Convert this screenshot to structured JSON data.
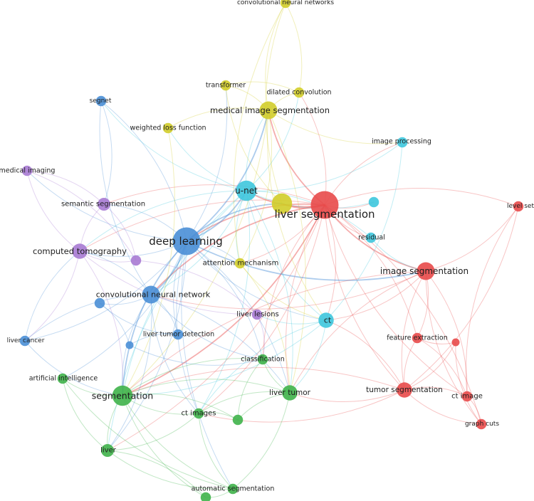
{
  "colors": {
    "red": "#e84a4a",
    "blue": "#4a8fd6",
    "yellow": "#d2cd2a",
    "cyan": "#3ec6dd",
    "green": "#3fb34a",
    "purple": "#a77ad3"
  },
  "nodes": [
    {
      "id": "liver-segmentation",
      "label": "liver segmentation",
      "cluster": "red",
      "weight": 10
    },
    {
      "id": "image-segmentation",
      "label": "image segmentation",
      "cluster": "red",
      "weight": 6
    },
    {
      "id": "level-set",
      "label": "level set",
      "cluster": "red",
      "weight": 3
    },
    {
      "id": "feature-extraction",
      "label": "feature extraction",
      "cluster": "red",
      "weight": 3
    },
    {
      "id": "tumor-segmentation",
      "label": "tumor segmentation",
      "cluster": "red",
      "weight": 5
    },
    {
      "id": "ct-image",
      "label": "ct image",
      "cluster": "red",
      "weight": 3
    },
    {
      "id": "graph-cuts",
      "label": "graph cuts",
      "cluster": "red",
      "weight": 3
    },
    {
      "id": "red-unlabeled",
      "label": "",
      "cluster": "red",
      "weight": 2
    },
    {
      "id": "deep-learning",
      "label": "deep learning",
      "cluster": "blue",
      "weight": 10
    },
    {
      "id": "convolutional-neural-network",
      "label": "convolutional neural network",
      "cluster": "blue",
      "weight": 6
    },
    {
      "id": "segnet",
      "label": "segnet",
      "cluster": "blue",
      "weight": 3
    },
    {
      "id": "liver-cancer",
      "label": "liver cancer",
      "cluster": "blue",
      "weight": 3
    },
    {
      "id": "liver-tumor-detection",
      "label": "liver tumor detection",
      "cluster": "blue",
      "weight": 3
    },
    {
      "id": "blue-unlabeled-1",
      "label": "",
      "cluster": "blue",
      "weight": 3
    },
    {
      "id": "blue-unlabeled-2",
      "label": "",
      "cluster": "blue",
      "weight": 2
    },
    {
      "id": "medical-image-segmentation",
      "label": "medical image segmentation",
      "cluster": "yellow",
      "weight": 6
    },
    {
      "id": "convolutional-neural-networks",
      "label": "convolutional neural networks",
      "cluster": "yellow",
      "weight": 3
    },
    {
      "id": "transformer",
      "label": "transformer",
      "cluster": "yellow",
      "weight": 3
    },
    {
      "id": "dilated-convolution",
      "label": "dilated convolution",
      "cluster": "yellow",
      "weight": 3
    },
    {
      "id": "weighted-loss-function",
      "label": "weighted loss function",
      "cluster": "yellow",
      "weight": 3
    },
    {
      "id": "attention-mechanism",
      "label": "attention mechanism",
      "cluster": "yellow",
      "weight": 3
    },
    {
      "id": "yellow-unlabeled",
      "label": "",
      "cluster": "yellow",
      "weight": 7
    },
    {
      "id": "u-net",
      "label": "u-net",
      "cluster": "cyan",
      "weight": 7
    },
    {
      "id": "image-processing",
      "label": "image processing",
      "cluster": "cyan",
      "weight": 3
    },
    {
      "id": "residual",
      "label": "residual",
      "cluster": "cyan",
      "weight": 3
    },
    {
      "id": "ct",
      "label": "ct",
      "cluster": "cyan",
      "weight": 5
    },
    {
      "id": "cyan-unlabeled",
      "label": "",
      "cluster": "cyan",
      "weight": 3
    },
    {
      "id": "medical-imaging",
      "label": "medical imaging",
      "cluster": "purple",
      "weight": 3
    },
    {
      "id": "semantic-segmentation",
      "label": "semantic segmentation",
      "cluster": "purple",
      "weight": 4
    },
    {
      "id": "computed-tomography",
      "label": "computed tomography",
      "cluster": "purple",
      "weight": 5
    },
    {
      "id": "liver-lesions",
      "label": "liver lesions",
      "cluster": "purple",
      "weight": 3
    },
    {
      "id": "purple-unlabeled",
      "label": "",
      "cluster": "purple",
      "weight": 3
    },
    {
      "id": "segmentation",
      "label": "segmentation",
      "cluster": "green",
      "weight": 7
    },
    {
      "id": "artificial-intelligence",
      "label": "artificial intelligence",
      "cluster": "green",
      "weight": 3
    },
    {
      "id": "liver",
      "label": "liver",
      "cluster": "green",
      "weight": 4
    },
    {
      "id": "ct-images",
      "label": "ct images",
      "cluster": "green",
      "weight": 3
    },
    {
      "id": "liver-tumor",
      "label": "liver tumor",
      "cluster": "green",
      "weight": 5
    },
    {
      "id": "classification",
      "label": "classification",
      "cluster": "green",
      "weight": 3
    },
    {
      "id": "automatic-segmentation",
      "label": "automatic segmentation",
      "cluster": "green",
      "weight": 3
    },
    {
      "id": "green-unlabeled-1",
      "label": "",
      "cluster": "green",
      "weight": 3
    },
    {
      "id": "green-unlabeled-2",
      "label": "",
      "cluster": "green",
      "weight": 3
    }
  ],
  "edges": [
    [
      "liver-segmentation",
      "deep-learning"
    ],
    [
      "liver-segmentation",
      "u-net"
    ],
    [
      "liver-segmentation",
      "image-segmentation"
    ],
    [
      "liver-segmentation",
      "level-set"
    ],
    [
      "liver-segmentation",
      "tumor-segmentation"
    ],
    [
      "liver-segmentation",
      "feature-extraction"
    ],
    [
      "liver-segmentation",
      "ct-image"
    ],
    [
      "liver-segmentation",
      "graph-cuts"
    ],
    [
      "liver-segmentation",
      "computed-tomography"
    ],
    [
      "liver-segmentation",
      "medical-image-segmentation"
    ],
    [
      "liver-segmentation",
      "convolutional-neural-network"
    ],
    [
      "liver-segmentation",
      "segmentation"
    ],
    [
      "liver-segmentation",
      "liver-tumor"
    ],
    [
      "liver-segmentation",
      "ct"
    ],
    [
      "liver-segmentation",
      "residual"
    ],
    [
      "liver-segmentation",
      "image-processing"
    ],
    [
      "liver-segmentation",
      "semantic-segmentation"
    ],
    [
      "liver-segmentation",
      "attention-mechanism"
    ],
    [
      "liver-segmentation",
      "classification"
    ],
    [
      "liver-segmentation",
      "ct-images"
    ],
    [
      "liver-segmentation",
      "cyan-unlabeled"
    ],
    [
      "liver-segmentation",
      "yellow-unlabeled"
    ],
    [
      "liver-segmentation",
      "dilated-convolution"
    ],
    [
      "liver-segmentation",
      "liver"
    ],
    [
      "deep-learning",
      "u-net"
    ],
    [
      "deep-learning",
      "convolutional-neural-network"
    ],
    [
      "deep-learning",
      "segmentation"
    ],
    [
      "deep-learning",
      "computed-tomography"
    ],
    [
      "deep-learning",
      "semantic-segmentation"
    ],
    [
      "deep-learning",
      "medical-imaging"
    ],
    [
      "deep-learning",
      "segnet"
    ],
    [
      "deep-learning",
      "liver-cancer"
    ],
    [
      "deep-learning",
      "medical-image-segmentation"
    ],
    [
      "deep-learning",
      "attention-mechanism"
    ],
    [
      "deep-learning",
      "ct"
    ],
    [
      "deep-learning",
      "liver-tumor"
    ],
    [
      "deep-learning",
      "ct-images"
    ],
    [
      "deep-learning",
      "liver"
    ],
    [
      "deep-learning",
      "image-segmentation"
    ],
    [
      "deep-learning",
      "artificial-intelligence"
    ],
    [
      "deep-learning",
      "liver-tumor-detection"
    ],
    [
      "deep-learning",
      "classification"
    ],
    [
      "deep-learning",
      "transformer"
    ],
    [
      "deep-learning",
      "yellow-unlabeled"
    ],
    [
      "deep-learning",
      "automatic-segmentation"
    ],
    [
      "u-net",
      "medical-image-segmentation"
    ],
    [
      "u-net",
      "ct"
    ],
    [
      "u-net",
      "segnet"
    ],
    [
      "u-net",
      "image-processing"
    ],
    [
      "u-net",
      "residual"
    ],
    [
      "u-net",
      "computed-tomography"
    ],
    [
      "u-net",
      "convolutional-neural-network"
    ],
    [
      "u-net",
      "segmentation"
    ],
    [
      "u-net",
      "liver-tumor"
    ],
    [
      "u-net",
      "attention-mechanism"
    ],
    [
      "u-net",
      "weighted-loss-function"
    ],
    [
      "u-net",
      "dilated-convolution"
    ],
    [
      "u-net",
      "ct-images"
    ],
    [
      "u-net",
      "liver"
    ],
    [
      "medical-image-segmentation",
      "convolutional-neural-networks"
    ],
    [
      "medical-image-segmentation",
      "transformer"
    ],
    [
      "medical-image-segmentation",
      "dilated-convolution"
    ],
    [
      "medical-image-segmentation",
      "weighted-loss-function"
    ],
    [
      "medical-image-segmentation",
      "attention-mechanism"
    ],
    [
      "medical-image-segmentation",
      "ct"
    ],
    [
      "medical-image-segmentation",
      "segmentation"
    ],
    [
      "medical-image-segmentation",
      "image-processing"
    ],
    [
      "medical-image-segmentation",
      "liver-tumor"
    ],
    [
      "convolutional-neural-networks",
      "yellow-unlabeled"
    ],
    [
      "convolutional-neural-networks",
      "dilated-convolution"
    ],
    [
      "convolutional-neural-networks",
      "attention-mechanism"
    ],
    [
      "transformer",
      "dilated-convolution"
    ],
    [
      "transformer",
      "yellow-unlabeled"
    ],
    [
      "weighted-loss-function",
      "segmentation"
    ],
    [
      "attention-mechanism",
      "ct"
    ],
    [
      "attention-mechanism",
      "liver-tumor"
    ],
    [
      "image-segmentation",
      "level-set"
    ],
    [
      "image-segmentation",
      "feature-extraction"
    ],
    [
      "image-segmentation",
      "tumor-segmentation"
    ],
    [
      "image-segmentation",
      "ct-image"
    ],
    [
      "image-segmentation",
      "graph-cuts"
    ],
    [
      "image-segmentation",
      "ct"
    ],
    [
      "image-segmentation",
      "segmentation"
    ],
    [
      "image-segmentation",
      "convolutional-neural-network"
    ],
    [
      "image-segmentation",
      "liver-tumor"
    ],
    [
      "tumor-segmentation",
      "ct-image"
    ],
    [
      "tumor-segmentation",
      "graph-cuts"
    ],
    [
      "tumor-segmentation",
      "feature-extraction"
    ],
    [
      "tumor-segmentation",
      "red-unlabeled"
    ],
    [
      "tumor-segmentation",
      "liver-tumor"
    ],
    [
      "tumor-segmentation",
      "ct"
    ],
    [
      "tumor-segmentation",
      "ct-images"
    ],
    [
      "tumor-segmentation",
      "segmentation"
    ],
    [
      "ct-image",
      "graph-cuts"
    ],
    [
      "feature-extraction",
      "red-unlabeled"
    ],
    [
      "feature-extraction",
      "ct-image"
    ],
    [
      "level-set",
      "ct-image"
    ],
    [
      "level-set",
      "tumor-segmentation"
    ],
    [
      "red-unlabeled",
      "graph-cuts"
    ],
    [
      "ct",
      "liver-tumor"
    ],
    [
      "ct",
      "image-processing"
    ],
    [
      "ct",
      "segmentation"
    ],
    [
      "ct",
      "ct-images"
    ],
    [
      "ct",
      "liver-lesions"
    ],
    [
      "residual",
      "image-segmentation"
    ],
    [
      "cyan-unlabeled",
      "u-net"
    ],
    [
      "convolutional-neural-network",
      "segmentation"
    ],
    [
      "convolutional-neural-network",
      "liver-tumor"
    ],
    [
      "convolutional-neural-network",
      "computed-tomography"
    ],
    [
      "convolutional-neural-network",
      "liver-tumor-detection"
    ],
    [
      "convolutional-neural-network",
      "liver-cancer"
    ],
    [
      "convolutional-neural-network",
      "blue-unlabeled-1"
    ],
    [
      "convolutional-neural-network",
      "ct-images"
    ],
    [
      "convolutional-neural-network",
      "liver"
    ],
    [
      "convolutional-neural-network",
      "classification"
    ],
    [
      "segnet",
      "semantic-segmentation"
    ],
    [
      "segnet",
      "convolutional-neural-network"
    ],
    [
      "liver-cancer",
      "computed-tomography"
    ],
    [
      "liver-cancer",
      "segmentation"
    ],
    [
      "blue-unlabeled-1",
      "blue-unlabeled-2"
    ],
    [
      "blue-unlabeled-1",
      "liver-tumor-detection"
    ],
    [
      "blue-unlabeled-2",
      "liver-tumor-detection"
    ],
    [
      "blue-unlabeled-2",
      "classification"
    ],
    [
      "medical-imaging",
      "semantic-segmentation"
    ],
    [
      "medical-imaging",
      "computed-tomography"
    ],
    [
      "medical-imaging",
      "purple-unlabeled"
    ],
    [
      "semantic-segmentation",
      "computed-tomography"
    ],
    [
      "semantic-segmentation",
      "purple-unlabeled"
    ],
    [
      "computed-tomography",
      "purple-unlabeled"
    ],
    [
      "computed-tomography",
      "segmentation"
    ],
    [
      "computed-tomography",
      "liver-lesions"
    ],
    [
      "computed-tomography",
      "liver-cancer"
    ],
    [
      "liver-lesions",
      "purple-unlabeled"
    ],
    [
      "liver-lesions",
      "classification"
    ],
    [
      "segmentation",
      "liver"
    ],
    [
      "segmentation",
      "artificial-intelligence"
    ],
    [
      "segmentation",
      "ct-images"
    ],
    [
      "segmentation",
      "liver-tumor"
    ],
    [
      "segmentation",
      "automatic-segmentation"
    ],
    [
      "segmentation",
      "green-unlabeled-1"
    ],
    [
      "segmentation",
      "green-unlabeled-2"
    ],
    [
      "segmentation",
      "classification"
    ],
    [
      "liver",
      "ct-images"
    ],
    [
      "liver",
      "artificial-intelligence"
    ],
    [
      "liver",
      "automatic-segmentation"
    ],
    [
      "liver",
      "green-unlabeled-2"
    ],
    [
      "liver-tumor",
      "ct-images"
    ],
    [
      "liver-tumor",
      "classification"
    ],
    [
      "liver-tumor",
      "green-unlabeled-1"
    ],
    [
      "liver-tumor",
      "automatic-segmentation"
    ],
    [
      "ct-images",
      "automatic-segmentation"
    ],
    [
      "ct-images",
      "green-unlabeled-1"
    ],
    [
      "classification",
      "green-unlabeled-1"
    ],
    [
      "automatic-segmentation",
      "green-unlabeled-2"
    ],
    [
      "artificial-intelligence",
      "automatic-segmentation"
    ]
  ]
}
